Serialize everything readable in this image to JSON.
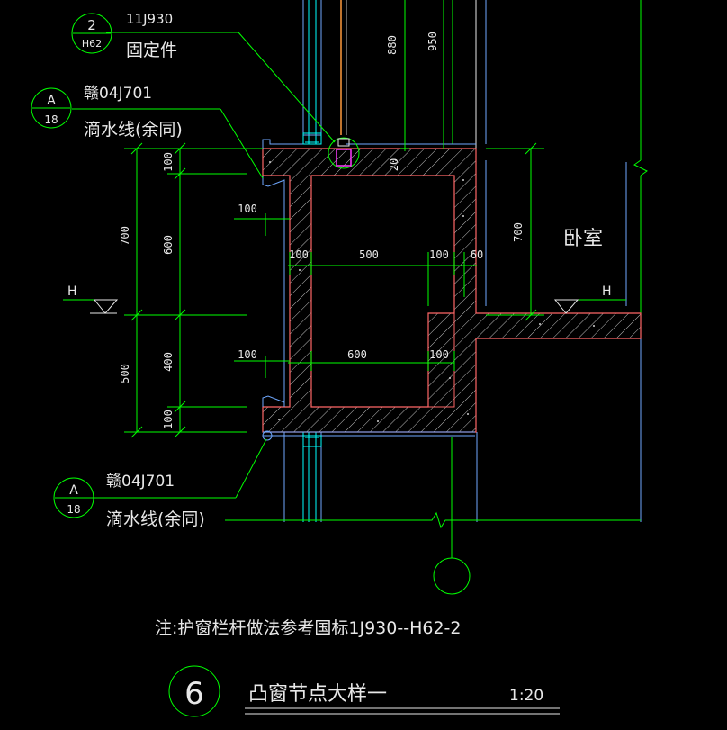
{
  "callouts": {
    "top_detail": {
      "number": "2",
      "sheet": "H62",
      "standard": "11J930",
      "label": "固定件"
    },
    "upper_drip": {
      "letter": "A",
      "sheet": "18",
      "standard": "赣04J701",
      "label": "滴水线(余同)"
    },
    "lower_drip": {
      "letter": "A",
      "sheet": "18",
      "standard": "赣04J701",
      "label": "滴水线(余同)"
    }
  },
  "dimensions": {
    "left_outer_top": "700",
    "left_outer_bottom": "500",
    "left_inner_top": "100",
    "left_inner_mid_upper": "600",
    "left_inner_mid_lower": "400",
    "left_inner_bottom": "100",
    "drip_upper": "100",
    "drip_lower": "100",
    "interior_upper": [
      "100",
      "500",
      "100",
      "60"
    ],
    "interior_lower": [
      "600",
      "100"
    ],
    "right_height": "700",
    "slab_20": "20",
    "top_880": "880",
    "top_950": "950"
  },
  "level_marks": {
    "left": "H",
    "right": "H"
  },
  "room_label": "卧室",
  "note": "注:护窗栏杆做法参考国标1J930--H62-2",
  "title": {
    "number": "6",
    "text": "凸窗节点大样一",
    "scale": "1:20"
  },
  "colors": {
    "background": "#000000",
    "dimension_line": "#00ff00",
    "outline_blue": "#6fa8ff",
    "wall_red": "#ff6666",
    "hatch": "#cfcfcf",
    "glass_cyan": "#00ffff",
    "bar_orange": "#ff9a3c",
    "fixture_magenta": "#ff3cff",
    "text": "#e8e8e8"
  }
}
